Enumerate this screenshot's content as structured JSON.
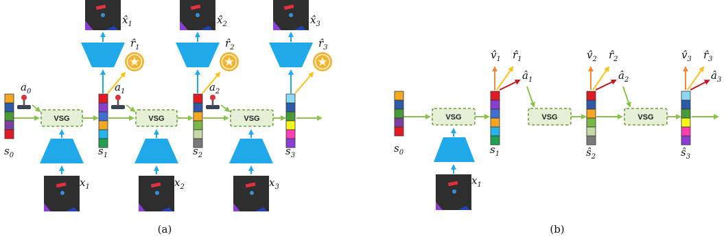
{
  "colors": {
    "encoder": "#1fa9e8",
    "state_arrow": "#8bc34a",
    "vsg_fill": "#e4efd6",
    "vsg_border": "#6d9a3c",
    "reward_arrow": "#f7c21b",
    "value_arrow": "#ee8a3a",
    "action_arrow": "#c0181c",
    "reward_coin": "#f2b233",
    "frame_bg": "#2e2e2e"
  },
  "icons": {
    "reward": "star-coin-icon",
    "action": "joystick-icon"
  },
  "vsg_label": "VSG",
  "panel_a": {
    "caption": "(a)",
    "states": [
      {
        "base": "s",
        "sub": "0",
        "hat": false,
        "colors": [
          "#f5a623",
          "#2f5aa8",
          "#4b9a38",
          "#7b3fa0",
          "#e01b24"
        ]
      },
      {
        "base": "s",
        "sub": "1",
        "hat": false,
        "colors": [
          "#e01b24",
          "#8a3fd0",
          "#3f6fd0",
          "#f5a623",
          "#25b5e8",
          "#22a050"
        ]
      },
      {
        "base": "s",
        "sub": "2",
        "hat": false,
        "colors": [
          "#e01b24",
          "#2f5aa8",
          "#f5a623",
          "#7ab648",
          "#c5d9a6",
          "#7a7a7a"
        ]
      },
      {
        "base": "s",
        "sub": "3",
        "hat": false,
        "colors": [
          "#8ed7f2",
          "#2f5aa8",
          "#4b9a38",
          "#f5f51a",
          "#ff3fb0",
          "#8a3fd0"
        ]
      }
    ],
    "actions": [
      {
        "base": "a",
        "sub": "0"
      },
      {
        "base": "a",
        "sub": "1"
      },
      {
        "base": "a",
        "sub": "2"
      }
    ],
    "inputs": [
      {
        "base": "x",
        "sub": "1"
      },
      {
        "base": "x",
        "sub": "2"
      },
      {
        "base": "x",
        "sub": "3"
      }
    ],
    "reconstructions": [
      {
        "base": "x̂",
        "sub": "1"
      },
      {
        "base": "x̂",
        "sub": "2"
      },
      {
        "base": "x̂",
        "sub": "3"
      }
    ],
    "rewards": [
      {
        "base": "r̂",
        "sub": "1"
      },
      {
        "base": "r̂",
        "sub": "2"
      },
      {
        "base": "r̂",
        "sub": "3"
      }
    ]
  },
  "panel_b": {
    "caption": "(b)",
    "states": [
      {
        "base": "s",
        "sub": "0",
        "colors": [
          "#f5a623",
          "#2f5aa8",
          "#4b9a38",
          "#7b3fa0",
          "#e01b24"
        ]
      },
      {
        "base": "s",
        "sub": "1",
        "colors": [
          "#e01b24",
          "#8a3fd0",
          "#3f6fd0",
          "#f5a623",
          "#25b5e8",
          "#22a050"
        ]
      },
      {
        "base": "ŝ",
        "sub": "2",
        "colors": [
          "#e01b24",
          "#2f5aa8",
          "#f5a623",
          "#7ab648",
          "#c5d9a6",
          "#7a7a7a"
        ]
      },
      {
        "base": "ŝ",
        "sub": "3",
        "colors": [
          "#8ed7f2",
          "#2f5aa8",
          "#4b9a38",
          "#f5f51a",
          "#ff3fb0",
          "#8a3fd0"
        ]
      }
    ],
    "input": {
      "base": "x",
      "sub": "1"
    },
    "heads": [
      {
        "value": {
          "base": "v̂",
          "sub": "1"
        },
        "reward": {
          "base": "r̂",
          "sub": "1"
        },
        "action": {
          "base": "â",
          "sub": "1"
        }
      },
      {
        "value": {
          "base": "v̂",
          "sub": "2"
        },
        "reward": {
          "base": "r̂",
          "sub": "2"
        },
        "action": {
          "base": "â",
          "sub": "2"
        }
      },
      {
        "value": {
          "base": "v̂",
          "sub": "3"
        },
        "reward": {
          "base": "r̂",
          "sub": "3"
        },
        "action": {
          "base": "â",
          "sub": "3"
        }
      }
    ]
  }
}
